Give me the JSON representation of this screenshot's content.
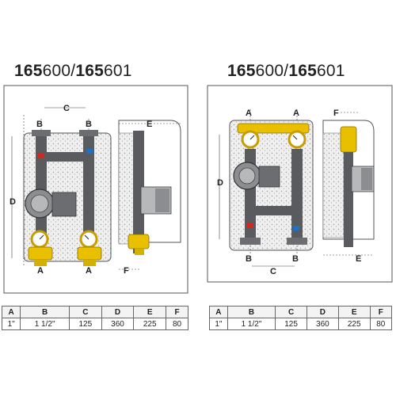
{
  "titles": {
    "left": {
      "bold1": "165",
      "normal1": "600/",
      "bold2": "165",
      "normal2": "601"
    },
    "right": {
      "bold1": "165",
      "normal1": "600/",
      "bold2": "165",
      "normal2": "601"
    }
  },
  "dimension_labels": {
    "a": "A",
    "b": "B",
    "c": "C",
    "d": "D",
    "e": "E",
    "f": "F"
  },
  "tables": {
    "headers": [
      "A",
      "B",
      "C",
      "D",
      "E",
      "F"
    ],
    "values": [
      "1\"",
      "1 1/2\"",
      "125",
      "360",
      "225",
      "80"
    ]
  },
  "colors": {
    "pipe": "#595b5e",
    "brass": "#e8c000",
    "valve_red": "#d6261e",
    "valve_blue": "#1a73c8",
    "insulation": "#eeeeee",
    "outline": "#444444"
  }
}
